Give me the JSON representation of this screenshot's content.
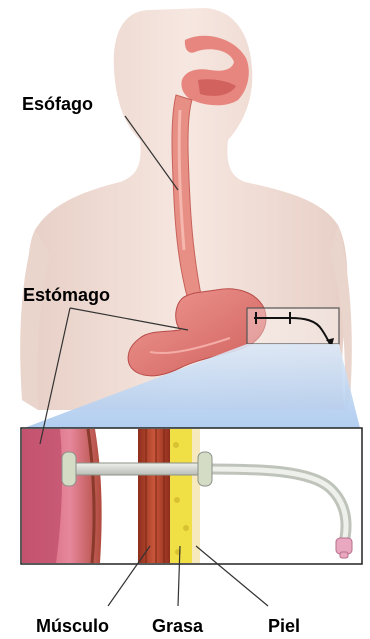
{
  "labels": {
    "esophagus": "Esófago",
    "stomach": "Estómago",
    "muscle": "Músculo",
    "fat": "Grasa",
    "skin": "Piel"
  },
  "colors": {
    "body_skin": "#f1ddd5",
    "organ": "#e07c78",
    "zoom_panel": "#bcd7f3",
    "muscle": "#b5442a",
    "fat": "#f2e24a",
    "skin_layer": "#f6ebc2",
    "tube": "#d9dcd6"
  }
}
